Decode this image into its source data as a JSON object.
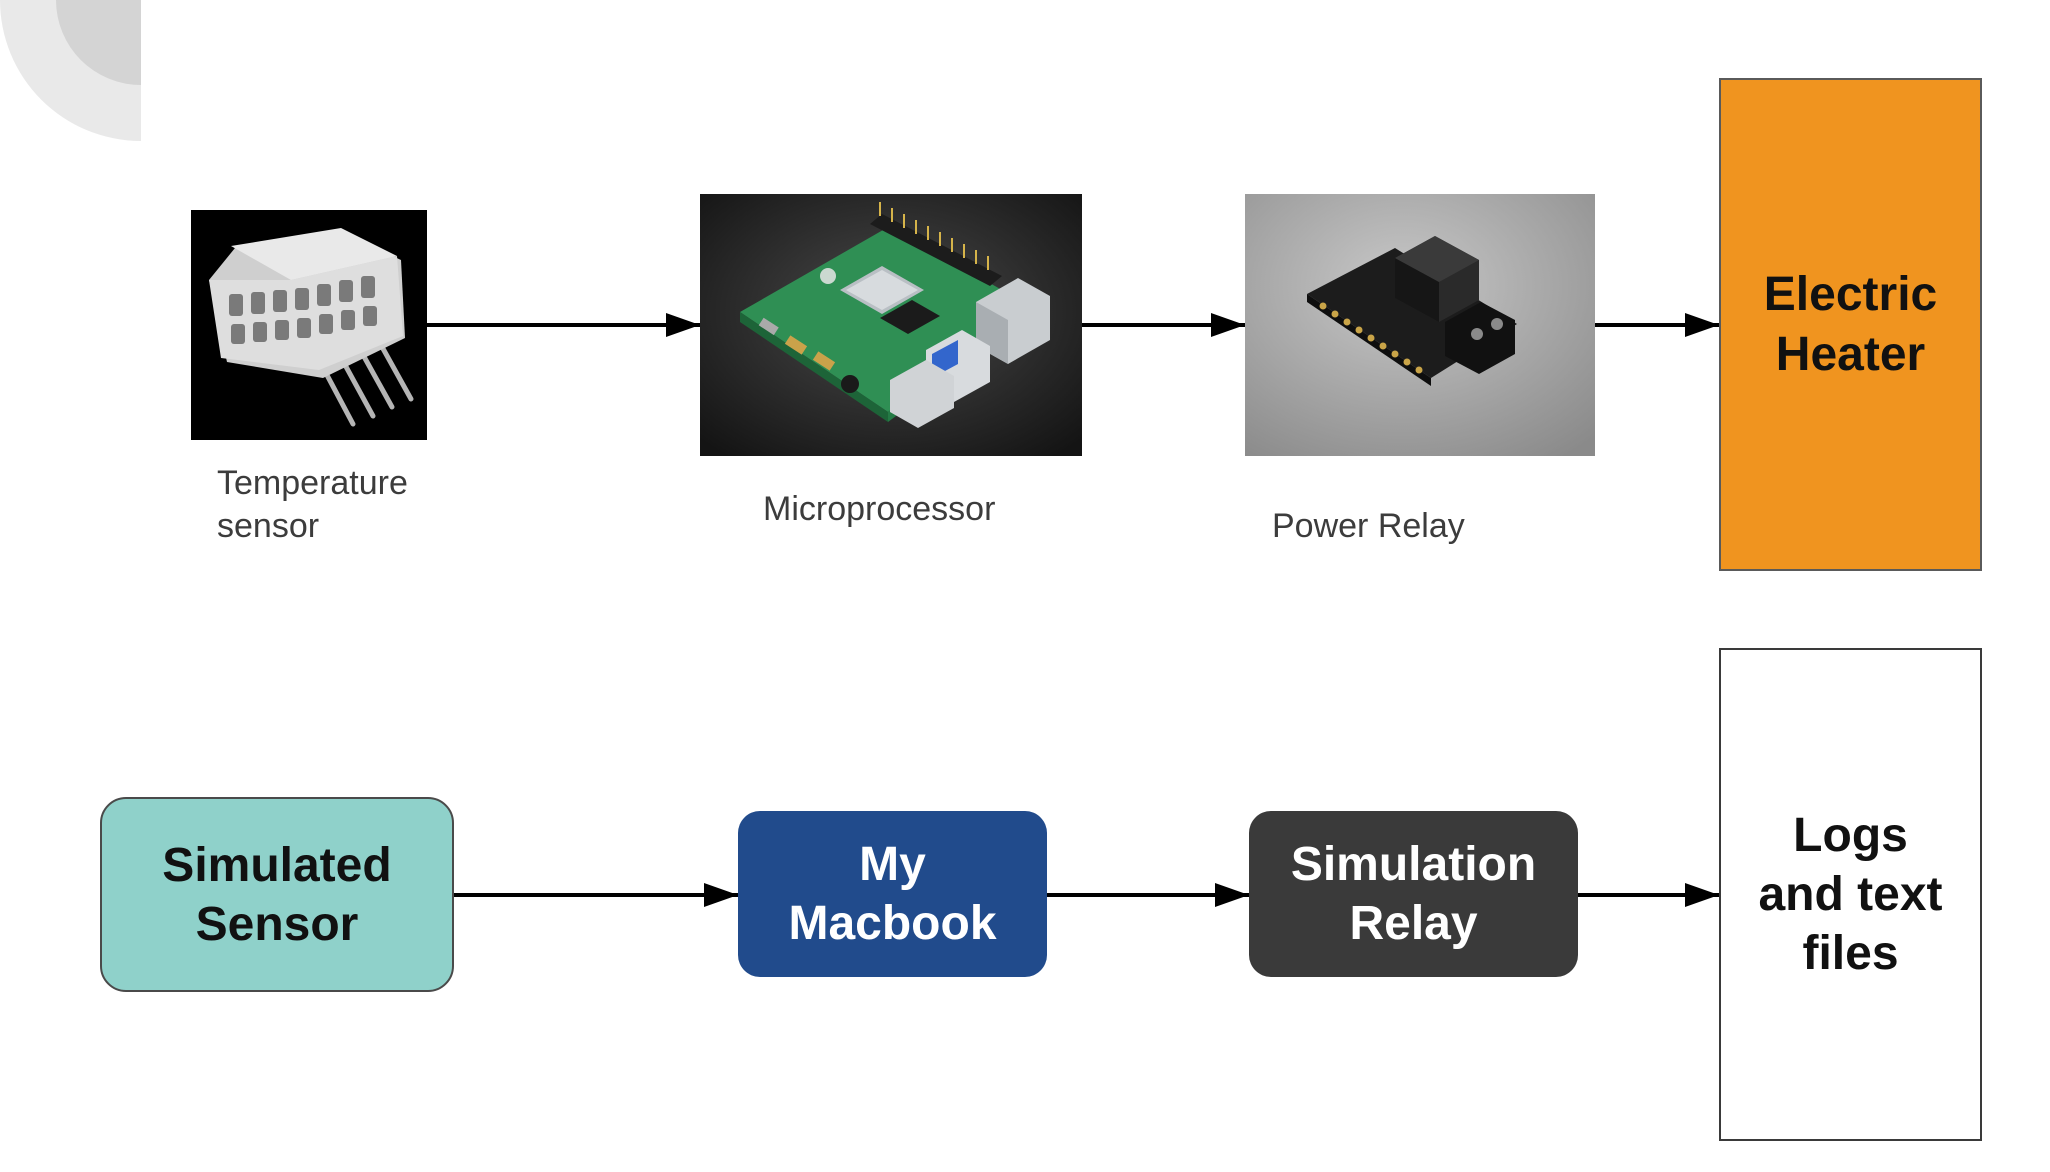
{
  "theme": {
    "heater_fill": "#F0941F",
    "sensor_fill": "#8FD1CA",
    "macbook_fill": "#214B8C",
    "relay_fill": "#3A3A3A",
    "logs_fill": "#FFFFFF",
    "arrow_color": "#000000",
    "corner_outer": "#E9E9E9",
    "corner_inner": "#D4D4D4"
  },
  "hardware_row": {
    "images": [
      {
        "id": "temperature-sensor-photo",
        "icon": "dht-temperature-sensor-icon"
      },
      {
        "id": "microprocessor-photo",
        "icon": "raspberry-pi-board-icon"
      },
      {
        "id": "power-relay-photo",
        "icon": "relay-module-icon"
      }
    ],
    "captions": {
      "temperature_sensor": "Temperature\nsensor",
      "microprocessor": "Microprocessor",
      "power_relay": "Power Relay"
    },
    "heater_label": "Electric\nHeater"
  },
  "simulation_row": {
    "sensor_label": "Simulated\nSensor",
    "macbook_label": "My\nMacbook",
    "relay_label": "Simulation\nRelay",
    "logs_label": "Logs\nand text\nfiles"
  },
  "edges": [
    {
      "from": "temperature-sensor-photo",
      "to": "microprocessor-photo"
    },
    {
      "from": "microprocessor-photo",
      "to": "power-relay-photo"
    },
    {
      "from": "power-relay-photo",
      "to": "electric-heater-block"
    },
    {
      "from": "simulated-sensor-block",
      "to": "my-macbook-block"
    },
    {
      "from": "my-macbook-block",
      "to": "simulation-relay-block"
    },
    {
      "from": "simulation-relay-block",
      "to": "logs-block"
    }
  ]
}
